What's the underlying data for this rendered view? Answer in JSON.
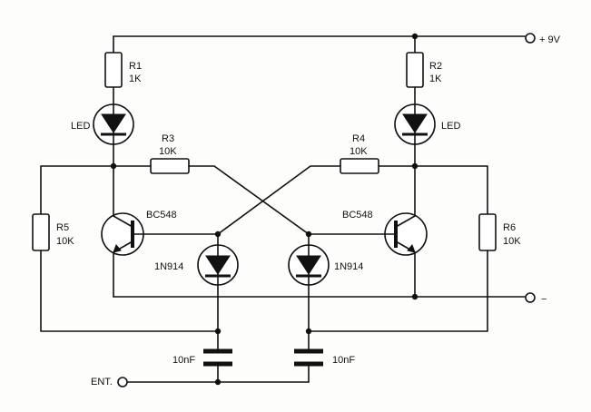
{
  "supply": {
    "positive": "+ 9V",
    "negative": "−"
  },
  "input_label": "ENT.",
  "resistors": {
    "r1": {
      "ref": "R1",
      "value": "1K"
    },
    "r2": {
      "ref": "R2",
      "value": "1K"
    },
    "r3": {
      "ref": "R3",
      "value": "10K"
    },
    "r4": {
      "ref": "R4",
      "value": "10K"
    },
    "r5": {
      "ref": "R5",
      "value": "10K"
    },
    "r6": {
      "ref": "R6",
      "value": "10K"
    }
  },
  "leds": {
    "left": "LED",
    "right": "LED"
  },
  "transistors": {
    "left": "BC548",
    "right": "BC548"
  },
  "diodes": {
    "left": "1N914",
    "right": "1N914"
  },
  "capacitors": {
    "left": "10nF",
    "right": "10nF"
  }
}
